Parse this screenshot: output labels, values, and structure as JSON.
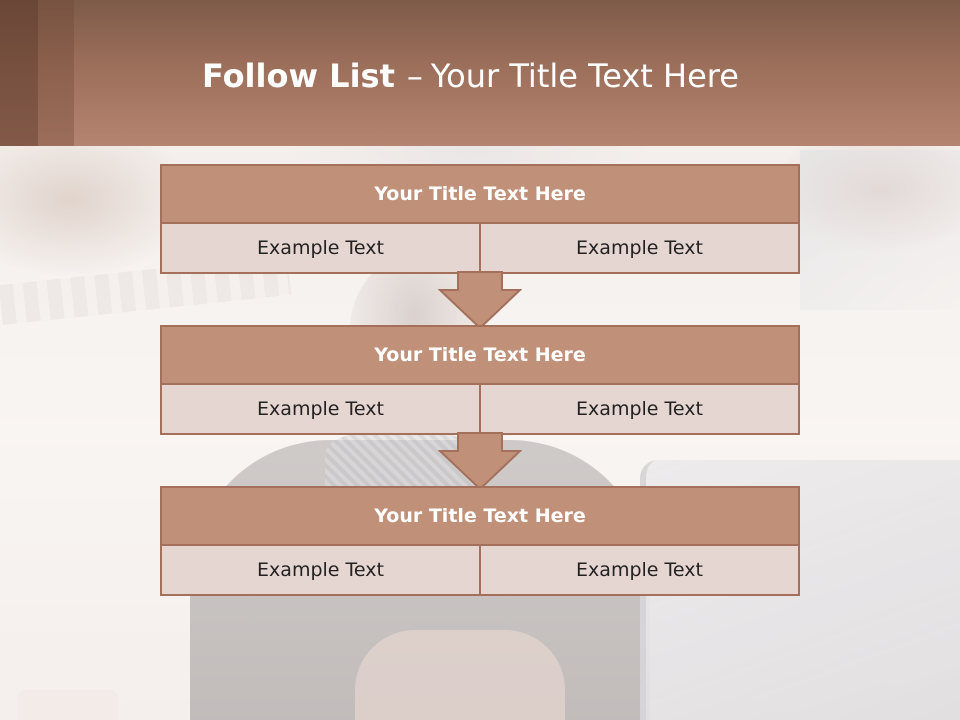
{
  "slide": {
    "title_bold": "Follow List",
    "title_dash": "–",
    "title_rest": "Your Title Text Here"
  },
  "blocks": [
    {
      "title": "Your Title Text Here",
      "cells": [
        "Example Text",
        "Example Text"
      ]
    },
    {
      "title": "Your Title Text Here",
      "cells": [
        "Example Text",
        "Example Text"
      ]
    },
    {
      "title": "Your Title Text Here",
      "cells": [
        "Example Text",
        "Example Text"
      ]
    }
  ],
  "colors": {
    "header": "#9c6f5b",
    "block_title": "#c09079",
    "block_cell": "#e6d6d1",
    "border": "#a4705c"
  },
  "icons": [
    "down-arrow-icon",
    "down-arrow-icon"
  ]
}
